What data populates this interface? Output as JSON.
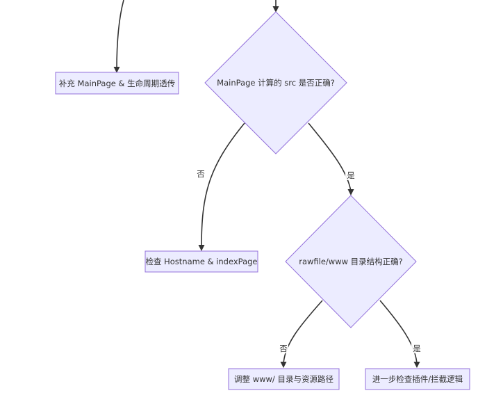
{
  "diagram": {
    "nodes": {
      "supplement_mainpage": "补充 MainPage & 生命周期透传",
      "decision_src": "MainPage 计算的 src 是否正确?",
      "check_hostname": "检查 Hostname & indexPage",
      "decision_rawfile": "rawfile/www 目录结构正确?",
      "adjust_www": "调整 www/ 目录与资源路径",
      "check_plugin": "进一步检查插件/拦截逻辑"
    },
    "edge_labels": {
      "src_no": "否",
      "src_yes": "是",
      "rawfile_no": "否",
      "rawfile_yes": "是"
    }
  },
  "colors": {
    "node_fill": "#ECECFF",
    "node_stroke": "#9370DB",
    "edge": "#333333",
    "text": "#333333"
  }
}
